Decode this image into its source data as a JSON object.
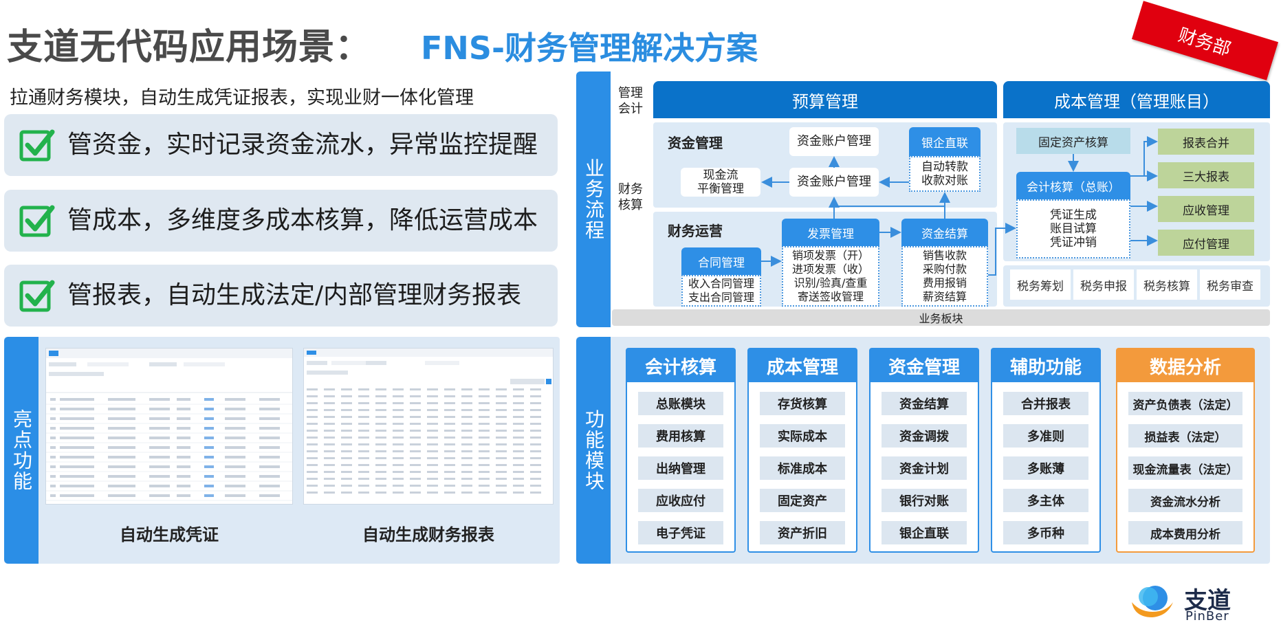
{
  "title": {
    "main": "支道无代码应用场景：",
    "sub": "FNS-财务管理解决方案"
  },
  "ribbon": "财务部",
  "intro": "拉通财务模块，自动生成凭证报表，实现业财一体化管理",
  "features": [
    "管资金，实时记录资金流水，异常监控提醒",
    "管成本，多维度多成本核算，降低运营成本",
    "管报表，自动生成法定/内部管理财务报表"
  ],
  "highlights": {
    "label": "亮点功能",
    "caption_left": "自动生成凭证",
    "caption_right": "自动生成财务报表"
  },
  "flow": {
    "label": "业务流程",
    "row_mgmt": "管理会计",
    "row_fin": "财务核算",
    "budget": "预算管理",
    "cost_mgmt": "成本管理（管理账目）",
    "fund_title": "资金管理",
    "fund_acct_1": "资金账户管理",
    "fund_acct_2": "资金账户管理",
    "cashflow": "现金流\n平衡管理",
    "bank_head": "银企直联",
    "bank_body": "自动转款\n收款对账",
    "ops_title": "财务运营",
    "contract_head": "合同管理",
    "contract_body": "收入合同管理\n支出合同管理",
    "invoice_head": "发票管理",
    "invoice_body": "销项发票（开）\n进项发票（收）\n识别/验真/查重\n寄送签收管理",
    "settle_head": "资金结算",
    "settle_body": "销售收款\n采购付款\n费用报销\n薪资结算",
    "fixed_asset": "固定资产核算",
    "accounting_head": "会计核算（总账）",
    "accounting_body": "凭证生成\n账目试算\n凭证冲销",
    "reports": [
      "报表合并",
      "三大报表",
      "应收管理",
      "应付管理"
    ],
    "tax": [
      "税务筹划",
      "税务申报",
      "税务核算",
      "税务审查"
    ],
    "biz_block": "业务板块"
  },
  "modules": {
    "label": "功能模块",
    "columns": [
      {
        "title": "会计核算",
        "items": [
          "总账模块",
          "费用核算",
          "出纳管理",
          "应收应付",
          "电子凭证"
        ]
      },
      {
        "title": "成本管理",
        "items": [
          "存货核算",
          "实际成本",
          "标准成本",
          "固定资产",
          "资产折旧"
        ]
      },
      {
        "title": "资金管理",
        "items": [
          "资金结算",
          "资金调拨",
          "资金计划",
          "银行对账",
          "银企直联"
        ]
      },
      {
        "title": "辅助功能",
        "items": [
          "合并报表",
          "多准则",
          "多账薄",
          "多主体",
          "多币种"
        ]
      },
      {
        "title": "数据分析",
        "items": [
          "资产负债表（法定）",
          "损益表（法定）",
          "现金流量表（法定）",
          "资金流水分析",
          "成本费用分析"
        ]
      }
    ]
  },
  "logo": {
    "name": "支道",
    "en": "PinBer"
  },
  "colors": {
    "primary": "#2e8fe6",
    "dark_blue": "#0a72c9",
    "accent_orange": "#f39a3c",
    "ribbon_red": "#e0000f",
    "check_green": "#22b24c",
    "report_green": "#bdd49a"
  }
}
